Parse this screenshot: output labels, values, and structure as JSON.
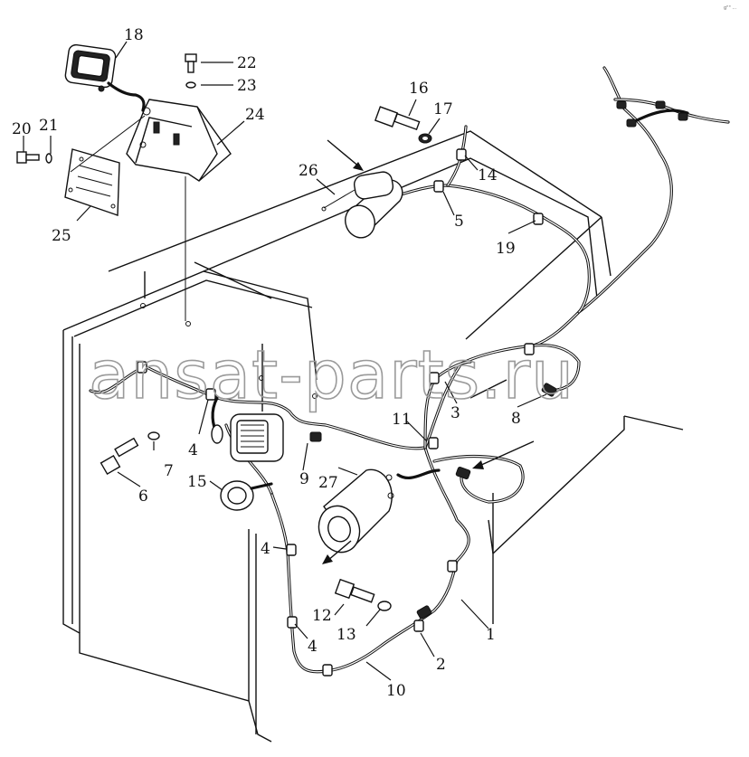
{
  "diagram": {
    "watermark": "ansat-parts.ru",
    "corner_mark": "g\"\" ...",
    "callouts": {
      "c1": "1",
      "c2": "2",
      "c3": "3",
      "c4a": "4",
      "c4b": "4",
      "c4c": "4",
      "c5": "5",
      "c6": "6",
      "c7": "7",
      "c8": "8",
      "c9": "9",
      "c10": "10",
      "c11": "11",
      "c12": "12",
      "c13": "13",
      "c14": "14",
      "c15": "15",
      "c16": "16",
      "c17": "17",
      "c18": "18",
      "c19": "19",
      "c20": "20",
      "c21": "21",
      "c22": "22",
      "c23": "23",
      "c24": "24",
      "c25": "25",
      "c26": "26",
      "c27": "27"
    }
  }
}
